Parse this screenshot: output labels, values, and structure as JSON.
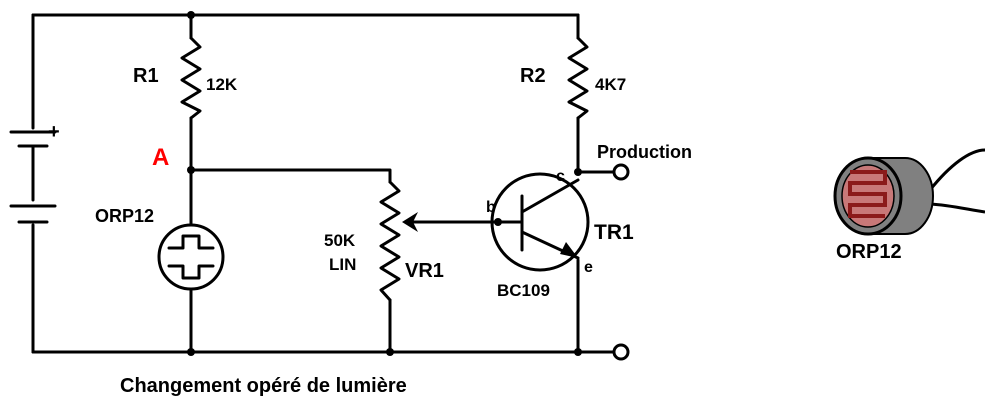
{
  "labels": {
    "r1_name": "R1",
    "r1_value": "12K",
    "r2_name": "R2",
    "r2_value": "4K7",
    "node_a": "A",
    "ldr_name": "ORP12",
    "pot_value": "50K",
    "pot_type": "LIN",
    "pot_name": "VR1",
    "transistor_name": "TR1",
    "transistor_model": "BC109",
    "pin_b": "b",
    "pin_c": "c",
    "pin_e": "e",
    "output": "Production",
    "battery_plus": "+",
    "ldr_photo_label": "ORP12"
  },
  "caption": "Changement opéré de lumière",
  "colors": {
    "wire": "#000000",
    "node_a": "#ff0000",
    "ldr_body": "#808080",
    "ldr_face": "#c87878",
    "ldr_track": "#8b1a1a"
  },
  "icons": [
    "battery-icon",
    "resistor-icon",
    "ldr-icon",
    "potentiometer-icon",
    "npn-transistor-icon",
    "terminal-icon",
    "ldr-photo-icon"
  ]
}
